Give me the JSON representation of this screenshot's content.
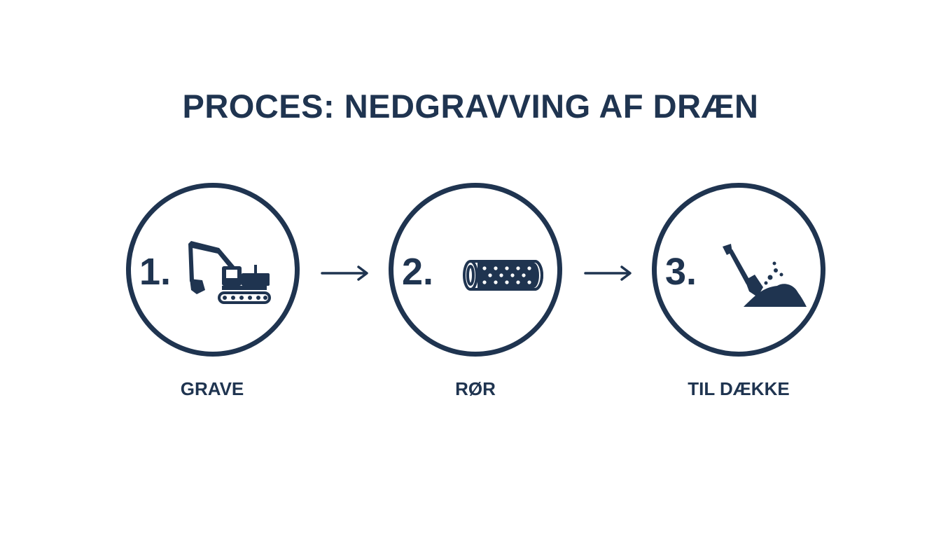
{
  "title": "PROCES: NEDGRAVVING AF DRÆN",
  "steps": [
    {
      "number": "1.",
      "label": "GRAVE",
      "icon": "excavator-icon"
    },
    {
      "number": "2.",
      "label": "RØR",
      "icon": "perforated-pipe-icon"
    },
    {
      "number": "3.",
      "label": "TIL DÆKKE",
      "icon": "shovel-soil-icon"
    }
  ],
  "colors": {
    "primary": "#1f3450",
    "background": "#ffffff"
  }
}
